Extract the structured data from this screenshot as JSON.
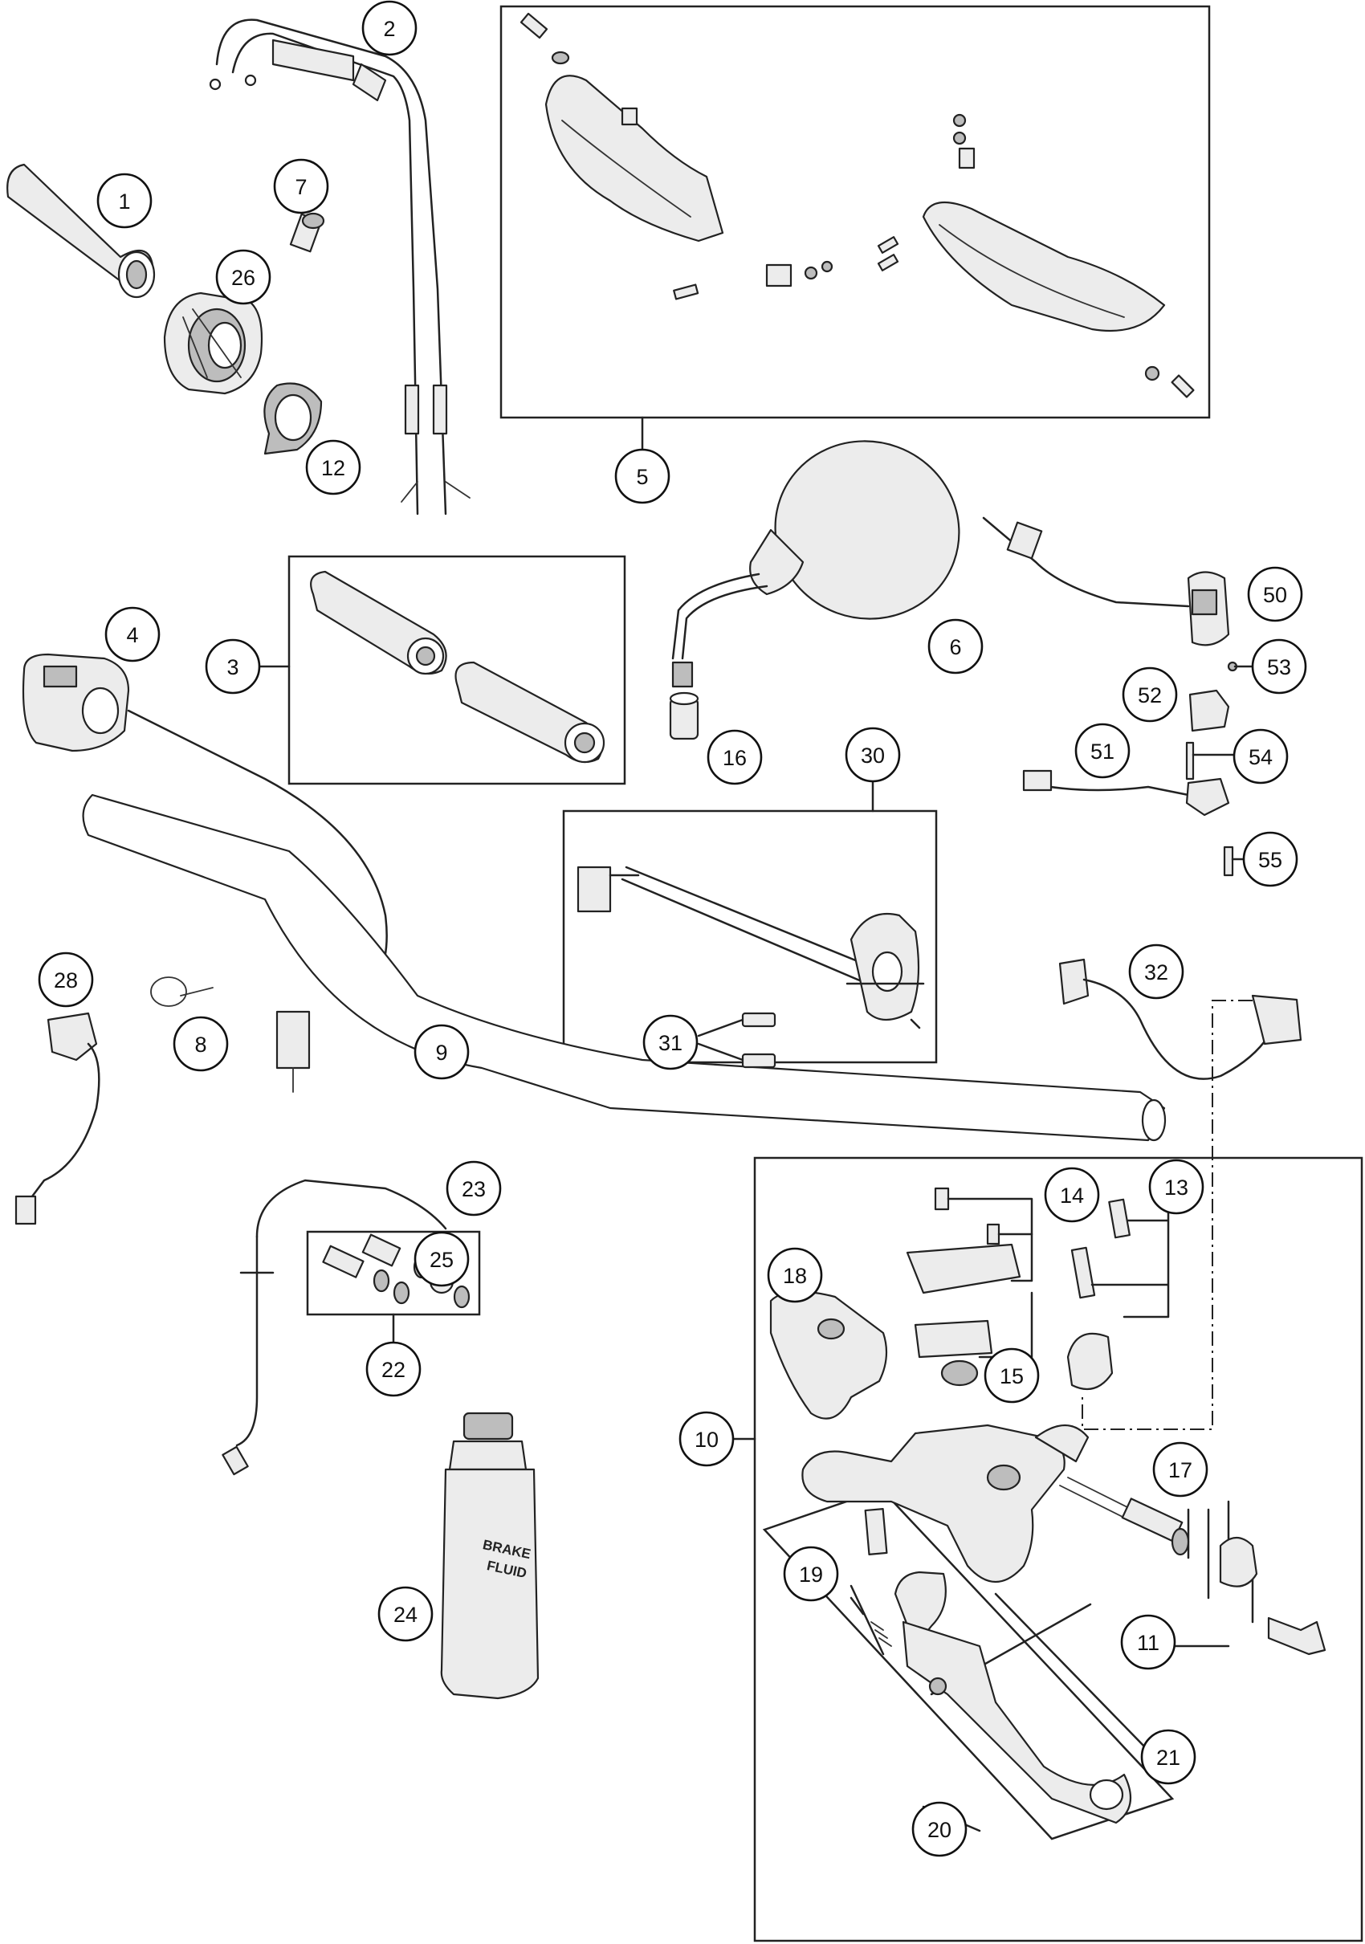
{
  "callouts": [
    {
      "id": "1",
      "label": "1"
    },
    {
      "id": "2",
      "label": "2"
    },
    {
      "id": "3",
      "label": "3"
    },
    {
      "id": "4",
      "label": "4"
    },
    {
      "id": "5",
      "label": "5"
    },
    {
      "id": "6",
      "label": "6"
    },
    {
      "id": "7",
      "label": "7"
    },
    {
      "id": "8",
      "label": "8"
    },
    {
      "id": "9",
      "label": "9"
    },
    {
      "id": "10",
      "label": "10"
    },
    {
      "id": "11",
      "label": "11"
    },
    {
      "id": "12",
      "label": "12"
    },
    {
      "id": "13",
      "label": "13"
    },
    {
      "id": "14",
      "label": "14"
    },
    {
      "id": "15",
      "label": "15"
    },
    {
      "id": "16",
      "label": "16"
    },
    {
      "id": "17",
      "label": "17"
    },
    {
      "id": "18",
      "label": "18"
    },
    {
      "id": "19",
      "label": "19"
    },
    {
      "id": "20",
      "label": "20"
    },
    {
      "id": "21",
      "label": "21"
    },
    {
      "id": "22",
      "label": "22"
    },
    {
      "id": "23",
      "label": "23"
    },
    {
      "id": "24",
      "label": "24"
    },
    {
      "id": "25",
      "label": "25"
    },
    {
      "id": "26",
      "label": "26"
    },
    {
      "id": "28",
      "label": "28"
    },
    {
      "id": "30",
      "label": "30"
    },
    {
      "id": "31",
      "label": "31"
    },
    {
      "id": "32",
      "label": "32"
    },
    {
      "id": "50",
      "label": "50"
    },
    {
      "id": "51",
      "label": "51"
    },
    {
      "id": "52",
      "label": "52"
    },
    {
      "id": "53",
      "label": "53"
    },
    {
      "id": "54",
      "label": "54"
    },
    {
      "id": "55",
      "label": "55"
    }
  ],
  "brake_fluid_label": {
    "line1": "BRAKE",
    "line2": "FLUID"
  }
}
